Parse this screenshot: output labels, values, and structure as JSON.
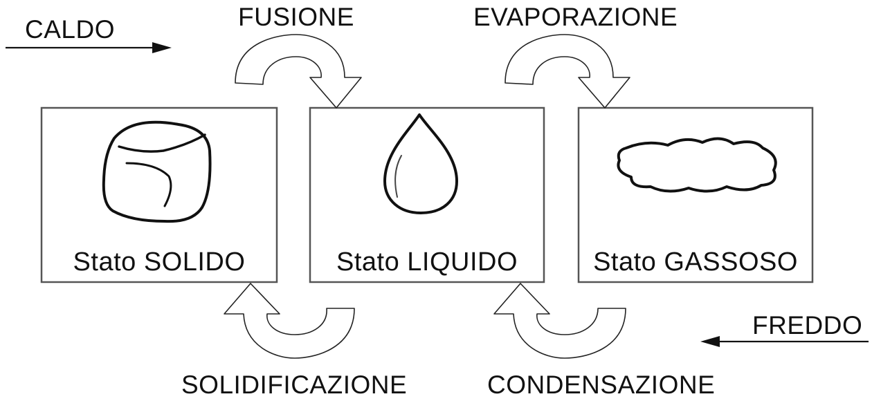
{
  "labels": {
    "hot": "CALDO",
    "cold": "FREDDO",
    "melting": "FUSIONE",
    "evaporation": "EVAPORAZIONE",
    "solidification": "SOLIDIFICAZIONE",
    "condensation": "CONDENSAZIONE"
  },
  "states": [
    {
      "label": "Stato SOLIDO",
      "icon": "ice-cube-icon"
    },
    {
      "label": "Stato LIQUIDO",
      "icon": "water-drop-icon"
    },
    {
      "label": "Stato GASSOSO",
      "icon": "cloud-icon"
    }
  ],
  "colors": {
    "stroke": "#555555",
    "ink": "#111111",
    "background": "#ffffff"
  }
}
